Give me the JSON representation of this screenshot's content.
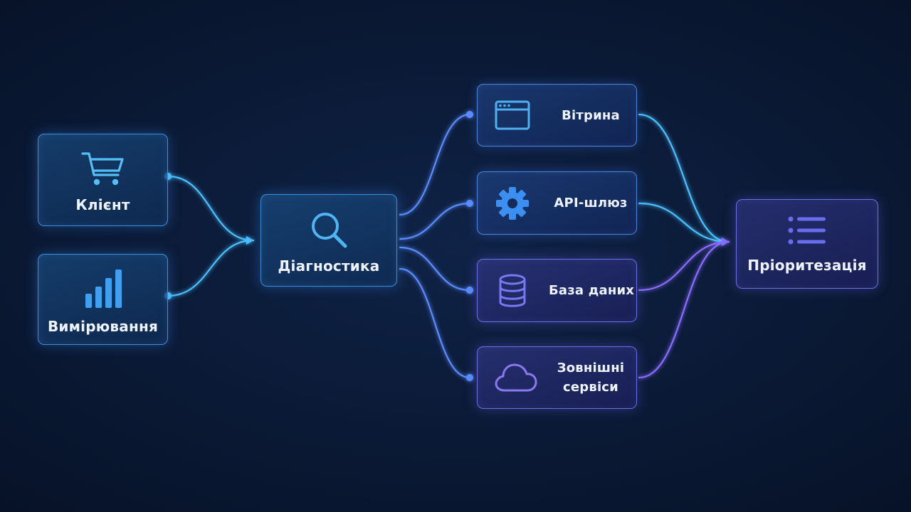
{
  "nodes": {
    "client": {
      "label": "Клієнт",
      "icon": "shopping-cart-icon"
    },
    "measurement": {
      "label": "Вимірювання",
      "icon": "bar-chart-icon"
    },
    "diagnostics": {
      "label": "Діагностика",
      "icon": "search-icon"
    },
    "storefront": {
      "label": "Вітрина",
      "icon": "browser-window-icon"
    },
    "api_gateway": {
      "label": "API-шлюз",
      "icon": "gear-icon"
    },
    "database": {
      "label": "База даних",
      "icon": "database-icon"
    },
    "external_services": {
      "label": "Зовнішні\nсервіси",
      "icon": "cloud-icon"
    },
    "prioritization": {
      "label": "Пріоритезація",
      "icon": "list-icon"
    }
  },
  "edges": [
    {
      "from": "client",
      "to": "diagnostics"
    },
    {
      "from": "measurement",
      "to": "diagnostics"
    },
    {
      "from": "diagnostics",
      "to": "storefront"
    },
    {
      "from": "diagnostics",
      "to": "api_gateway"
    },
    {
      "from": "diagnostics",
      "to": "database"
    },
    {
      "from": "diagnostics",
      "to": "external_services"
    },
    {
      "from": "storefront",
      "to": "prioritization"
    },
    {
      "from": "api_gateway",
      "to": "prioritization"
    },
    {
      "from": "database",
      "to": "prioritization"
    },
    {
      "from": "external_services",
      "to": "prioritization"
    }
  ],
  "colors": {
    "background": "#0b1b38",
    "edge_cyan": "#4cc0ff",
    "edge_blue": "#5a8cff",
    "edge_violet": "#8a6cff",
    "node_blue_border": "#3a8fdd",
    "node_violet_border": "#6b6fe6"
  }
}
